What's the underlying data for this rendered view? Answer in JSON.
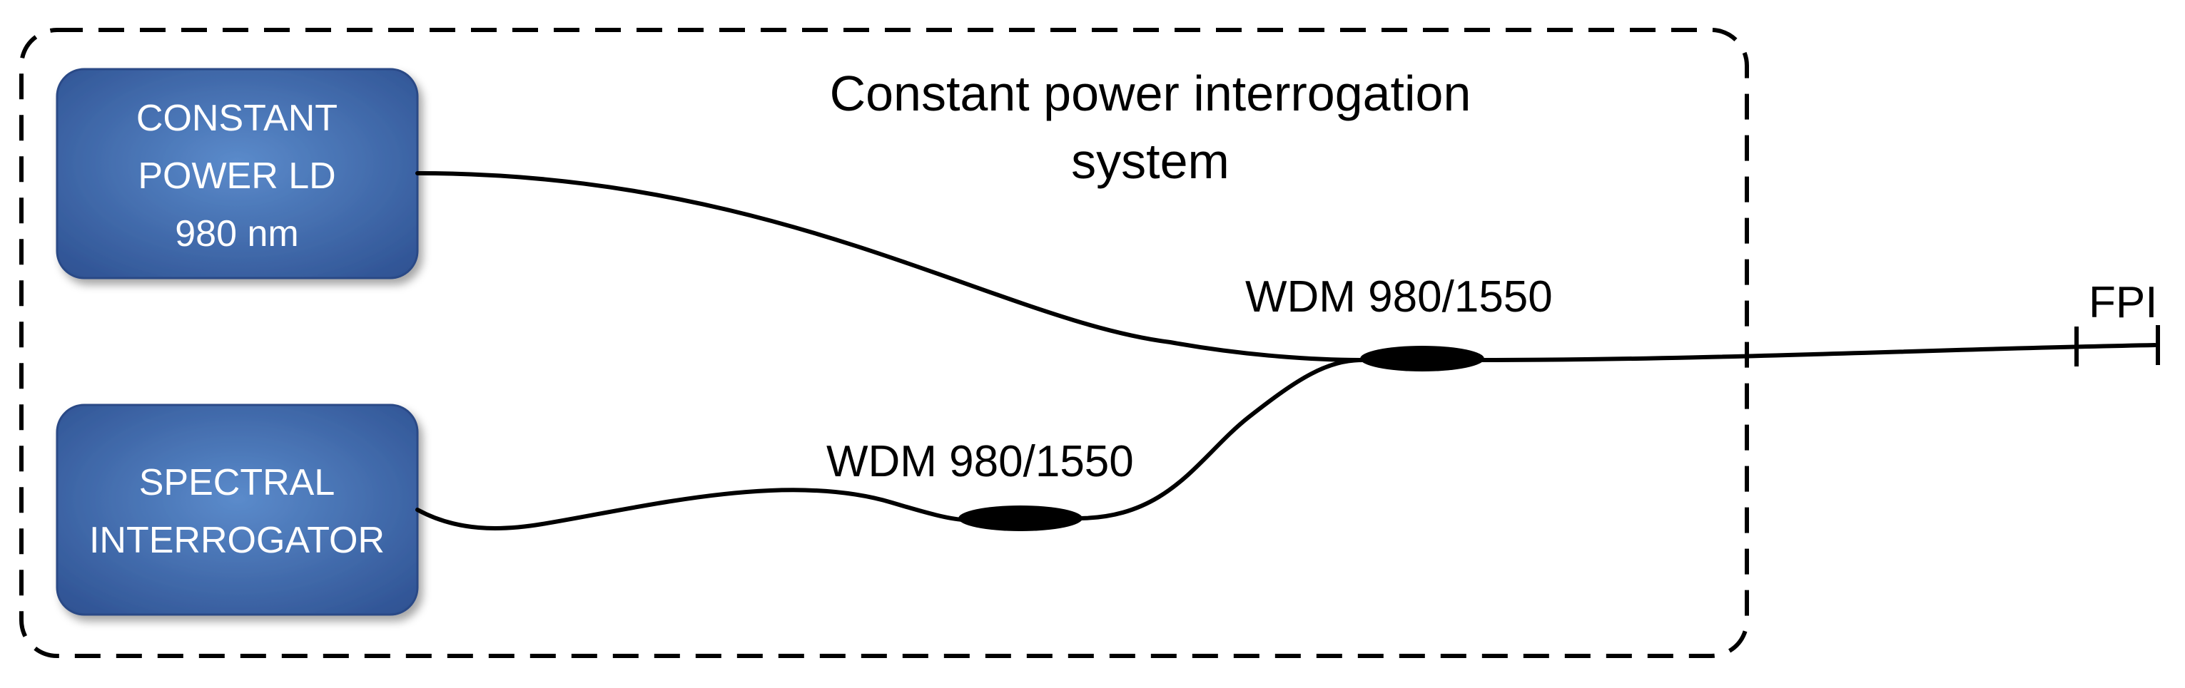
{
  "system_title": {
    "line1": "Constant power interrogation",
    "line2": "system"
  },
  "laser_box": {
    "line1": "CONSTANT",
    "line2": "POWER LD",
    "line3": "980 nm"
  },
  "interrogator_box": {
    "line1": "SPECTRAL",
    "line2": "INTERROGATOR"
  },
  "wdm_upper": {
    "label": "WDM 980/1550"
  },
  "wdm_lower": {
    "label": "WDM 980/1550"
  },
  "fpi": {
    "label": "FPI"
  },
  "colors": {
    "box_fill_center": "#4f7fc0",
    "box_fill_edge": "#2c4f90",
    "box_stroke": "#2a4a86",
    "line": "#000000",
    "border": "#000000"
  }
}
